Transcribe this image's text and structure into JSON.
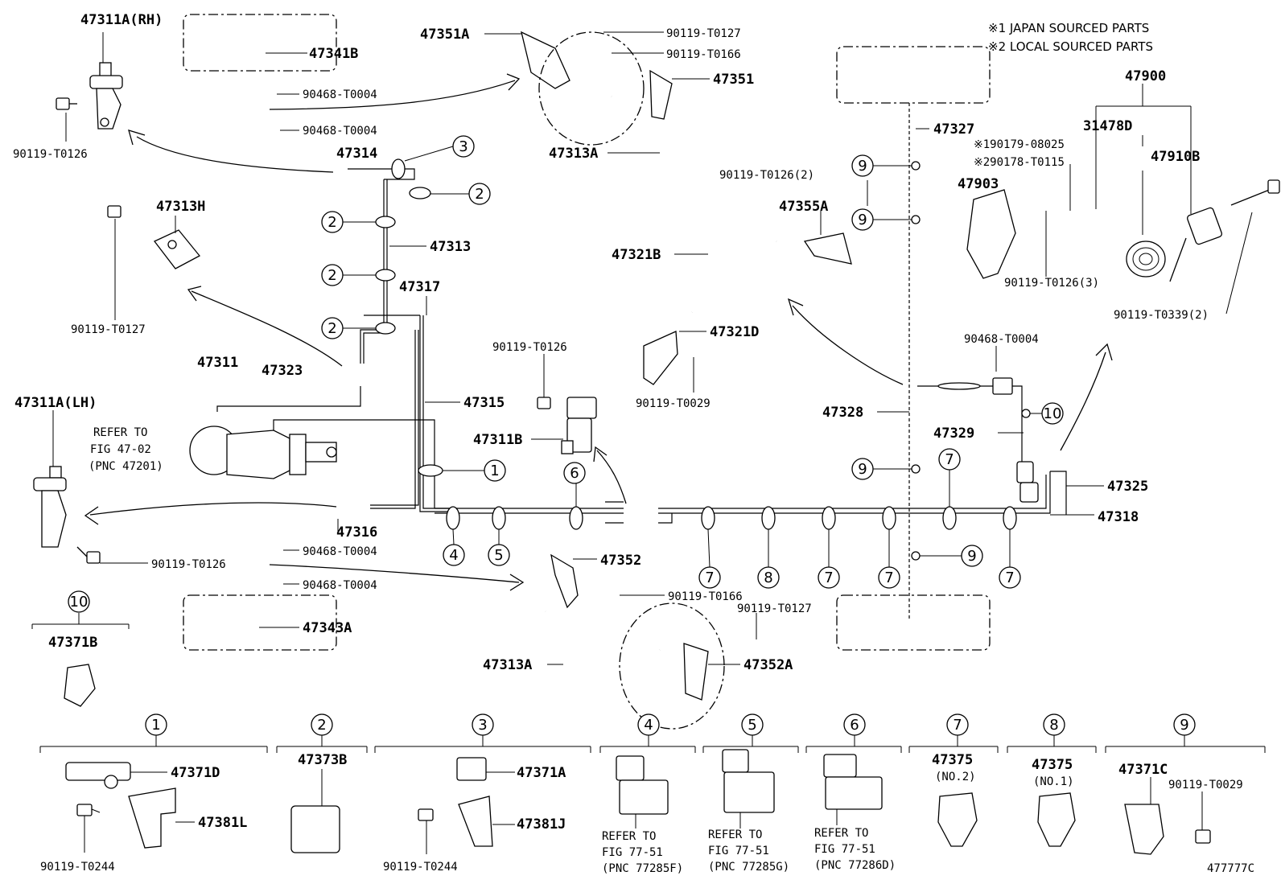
{
  "notes": [
    "※1 JAPAN SOURCED PARTS",
    "※2 LOCAL SOURCED PARTS"
  ],
  "diagram_id": "477777C",
  "parts": {
    "p47311A_RH": "47311A(RH)",
    "p47341B": "47341B",
    "p90468_a": "90468-T0004",
    "p90468_b": "90468-T0004",
    "p47314": "47314",
    "p90119_T0126_a": "90119-T0126",
    "p47351A": "47351A",
    "p90119_T0127_a": "90119-T0127",
    "p90119_T0166_a": "90119-T0166",
    "p47351": "47351",
    "p47313A_a": "47313A",
    "p47313H": "47313H",
    "p90119_T0127_b": "90119-T0127",
    "p47313": "47313",
    "p47317": "47317",
    "p47311": "47311",
    "p47323": "47323",
    "p47315": "47315",
    "p47311A_LH": "47311A(LH)",
    "refer1": "REFER TO",
    "refer2": "FIG 47-02",
    "refer3": "(PNC 47201)",
    "p47316": "47316",
    "p90468_c": "90468-T0004",
    "p90468_d": "90468-T0004",
    "p90119_T0126_b": "90119-T0126",
    "p47343A": "47343A",
    "p90119_T0126_c": "90119-T0126",
    "p47311B": "47311B",
    "p47352": "47352",
    "p90119_T0166_b": "90119-T0166",
    "p90119_T0127_c": "90119-T0127",
    "p47313A_b": "47313A",
    "p47352A": "47352A",
    "p47327": "47327",
    "p90119_T0126_2": "90119-T0126(2)",
    "p47355A": "47355A",
    "p47321B": "47321B",
    "p47321D": "47321D",
    "p90119_T0029_a": "90119-T0029",
    "p90468_e": "90468-T0004",
    "p47328": "47328",
    "p47329": "47329",
    "p47325": "47325",
    "p47318": "47318",
    "p47900": "47900",
    "p31478D": "31478D",
    "p47910B": "47910B",
    "p190179": "※190179-08025",
    "p290178": "※290178-T0115",
    "p47903": "47903",
    "p90119_T0126_3": "90119-T0126(3)",
    "p90119_T0339_2": "90119-T0339(2)",
    "p47371B": "47371B"
  },
  "legend": {
    "g1_47371D": "47371D",
    "g1_47381L": "47381L",
    "g1_90119": "90119-T0244",
    "g2_47373B": "47373B",
    "g3_47371A": "47371A",
    "g3_47381J": "47381J",
    "g3_90119": "90119-T0244",
    "g4_r1": "REFER TO",
    "g4_r2": "FIG 77-51",
    "g4_r3": "(PNC 77285F)",
    "g5_r1": "REFER TO",
    "g5_r2": "FIG 77-51",
    "g5_r3": "(PNC 77285G)",
    "g6_r1": "REFER TO",
    "g6_r2": "FIG 77-51",
    "g6_r3": "(PNC 77286D)",
    "g7_part": "47375",
    "g7_sub": "(NO.2)",
    "g8_part": "47375",
    "g8_sub": "(NO.1)",
    "g9_47371C": "47371C",
    "g9_90119": "90119-T0029"
  },
  "callouts": {
    "n1": "1",
    "n2": "2",
    "n3": "3",
    "n4": "4",
    "n5": "5",
    "n6": "6",
    "n7": "7",
    "n8": "8",
    "n9": "9",
    "n10": "10"
  }
}
